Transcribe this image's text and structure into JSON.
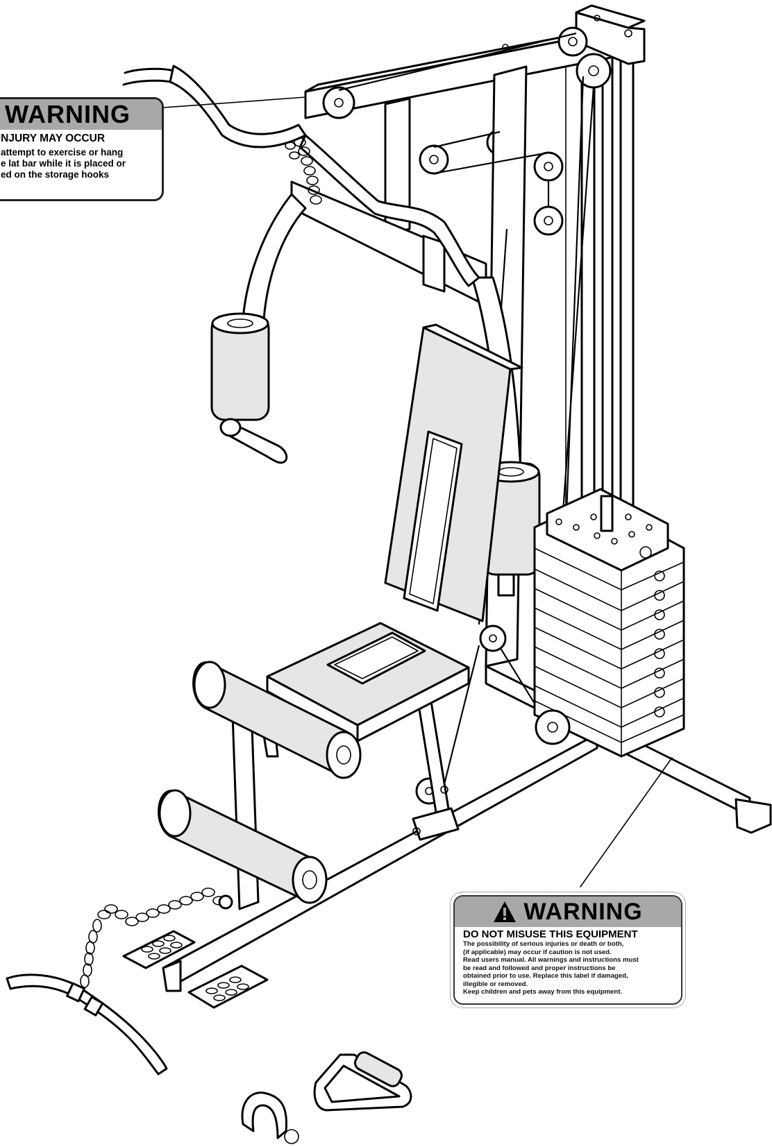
{
  "warning_label_top": {
    "heading": "WARNING",
    "subheading": "US INJURY MAY OCCUR",
    "lines": [
      "attempt to exercise or hang",
      "e lat bar while it is placed or",
      "ed on the storage hooks"
    ]
  },
  "warning_label_bottom": {
    "heading": "WARNING",
    "subheading": "DO NOT MISUSE THIS EQUIPMENT",
    "lines": [
      "The possibility of serious injuries or death or both,",
      "(if applicable) may occur if caution is not used.",
      "Read users manual. All warnings and instructions must",
      "be read and followed and proper instructions be",
      "obtained prior to use. Replace this label if damaged,",
      "illegible or removed.",
      "Keep children and pets away from this equipment."
    ]
  },
  "colors": {
    "label_header": "#a8a8a8",
    "line_art": "#000000",
    "background": "#ffffff"
  }
}
